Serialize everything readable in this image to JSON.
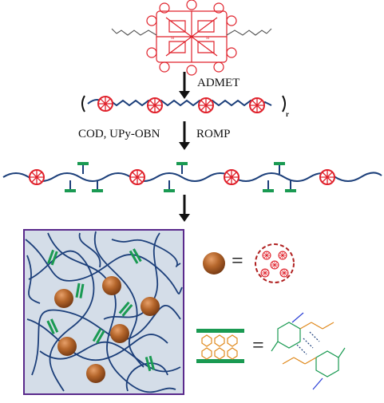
{
  "steps": {
    "admet_label": "ADMET",
    "cod_label": "COD, UPy-OBN",
    "romp_label": "ROMP",
    "repeat_subscript": "r"
  },
  "legend": {
    "equals_1": "=",
    "equals_2": "="
  },
  "colors": {
    "monomer_red": "#e0212b",
    "chain_blue": "#1c3f7a",
    "upy_green": "#1a9a52",
    "particle_brown": "#a0551e",
    "box_purple": "#5a2a8c",
    "ring_orange": "#e08a1e",
    "background_panel": "#d4dde8"
  },
  "icons": [
    "arrow-down-icon",
    "poss-cage-icon",
    "upy-dimer-icon",
    "nanoparticle-icon"
  ]
}
